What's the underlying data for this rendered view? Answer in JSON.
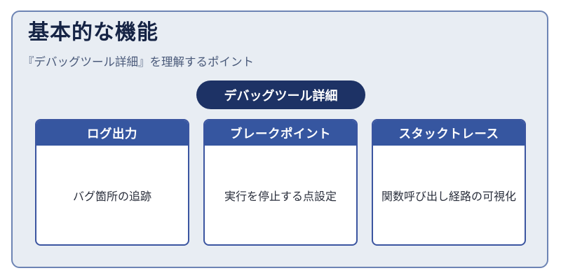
{
  "heading": {
    "title": "基本的な機能",
    "subtitle": "『デバッグツール詳細』を理解するポイント"
  },
  "center": {
    "label": "デバッグツール詳細"
  },
  "cards": [
    {
      "title": "ログ出力",
      "desc": "バグ箇所の追跡"
    },
    {
      "title": "ブレークポイント",
      "desc": "実行を停止する点設定"
    },
    {
      "title": "スタックトレース",
      "desc": "関数呼び出し経路の可視化"
    }
  ],
  "colors": {
    "panel_bg": "#e8edf3",
    "panel_border": "#6d84b4",
    "pill_bg": "#1d3265",
    "card_header_bg": "#3656a0",
    "card_border": "#3b55a0"
  }
}
